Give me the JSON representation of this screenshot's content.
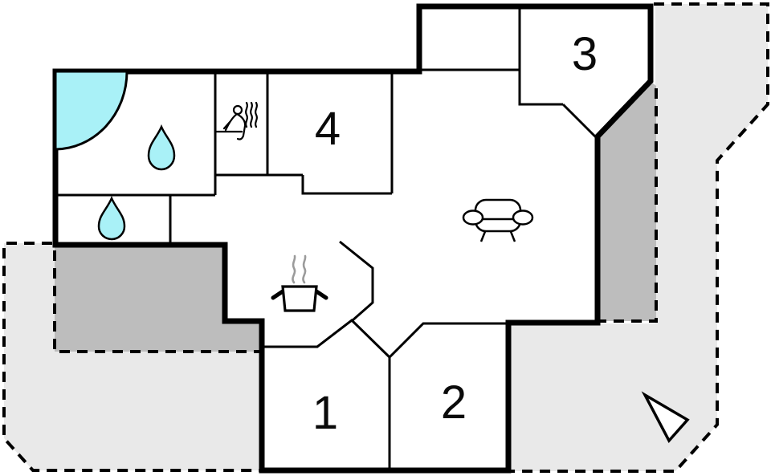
{
  "plan": {
    "type": "holiday-home-floor-plan",
    "rooms": [
      {
        "id": "room-1",
        "label": "1"
      },
      {
        "id": "room-2",
        "label": "2"
      },
      {
        "id": "room-3",
        "label": "3"
      },
      {
        "id": "room-4",
        "label": "4"
      }
    ],
    "features": [
      "corner-bathtub",
      "shower-water-drop",
      "wc-water-drop",
      "sauna",
      "kitchen-cooking-pot",
      "living-room-sofa",
      "covered-terrace-dark",
      "open-terrace-light",
      "north-arrow"
    ],
    "colors": {
      "water": "#a9f1f7",
      "terrace_dark": "#bdbdbd",
      "terrace_light": "#e9e9e9",
      "line": "#000000",
      "steam": "#9b9b9b",
      "floor": "#ffffff"
    }
  }
}
